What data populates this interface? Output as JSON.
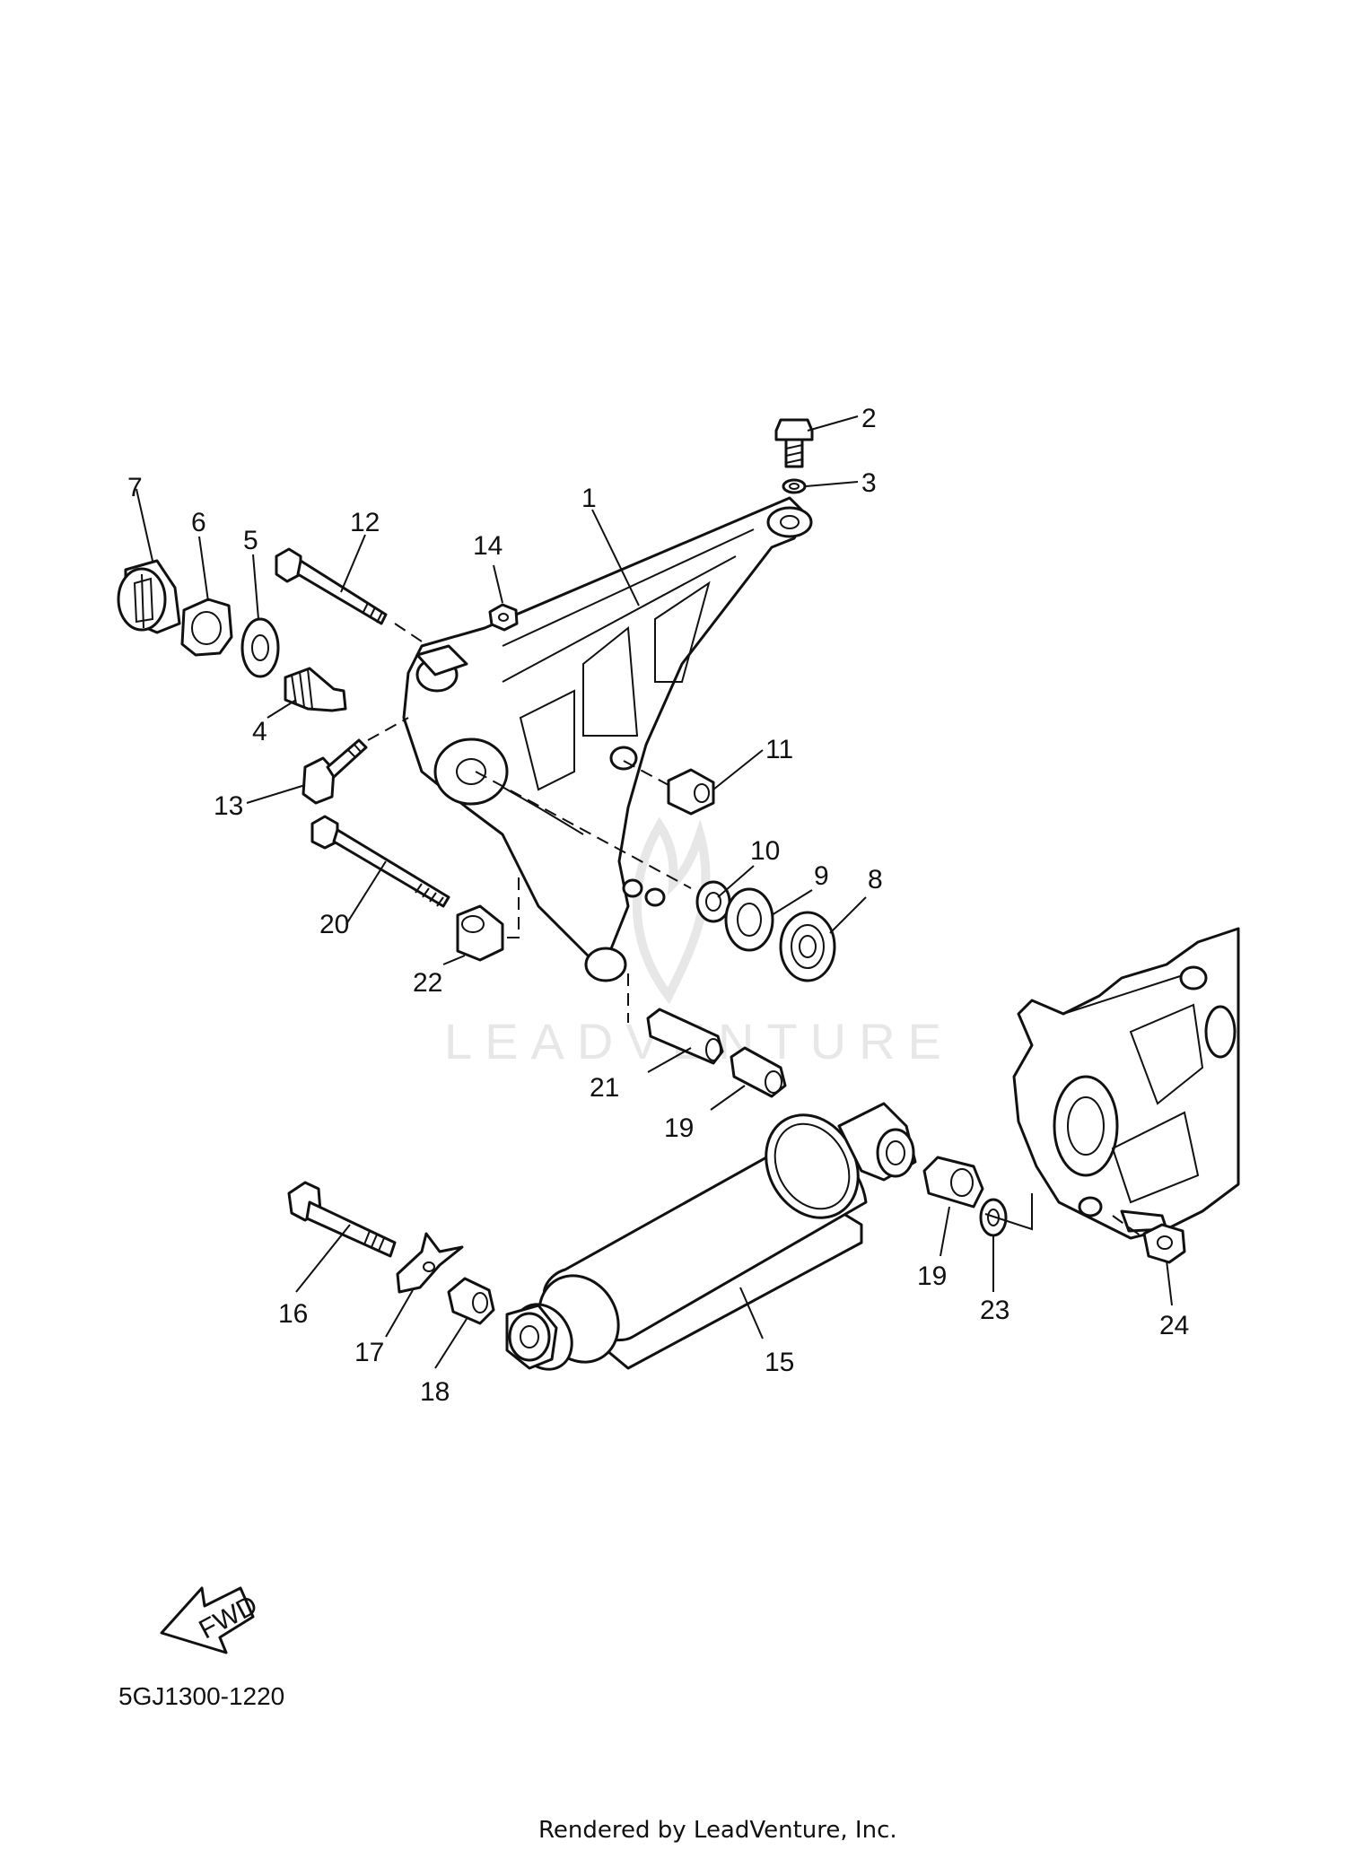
{
  "diagram": {
    "catalog_code": "5GJ1300-1220",
    "watermark": "LEADVENTURE",
    "footer": "Rendered by LeadVenture, Inc.",
    "fwd_label": "FWD",
    "callouts": [
      {
        "id": "c1",
        "text": "1"
      },
      {
        "id": "c2",
        "text": "2"
      },
      {
        "id": "c3",
        "text": "3"
      },
      {
        "id": "c4",
        "text": "4"
      },
      {
        "id": "c5",
        "text": "5"
      },
      {
        "id": "c6",
        "text": "6"
      },
      {
        "id": "c7",
        "text": "7"
      },
      {
        "id": "c8",
        "text": "8"
      },
      {
        "id": "c9",
        "text": "9"
      },
      {
        "id": "c10",
        "text": "10"
      },
      {
        "id": "c11",
        "text": "11"
      },
      {
        "id": "c12",
        "text": "12"
      },
      {
        "id": "c13",
        "text": "13"
      },
      {
        "id": "c14",
        "text": "14"
      },
      {
        "id": "c15",
        "text": "15"
      },
      {
        "id": "c16",
        "text": "16"
      },
      {
        "id": "c17",
        "text": "17"
      },
      {
        "id": "c18",
        "text": "18"
      },
      {
        "id": "c19a",
        "text": "19"
      },
      {
        "id": "c19b",
        "text": "19"
      },
      {
        "id": "c20",
        "text": "20"
      },
      {
        "id": "c21",
        "text": "21"
      },
      {
        "id": "c22",
        "text": "22"
      },
      {
        "id": "c23",
        "text": "23"
      },
      {
        "id": "c24",
        "text": "24"
      }
    ]
  }
}
